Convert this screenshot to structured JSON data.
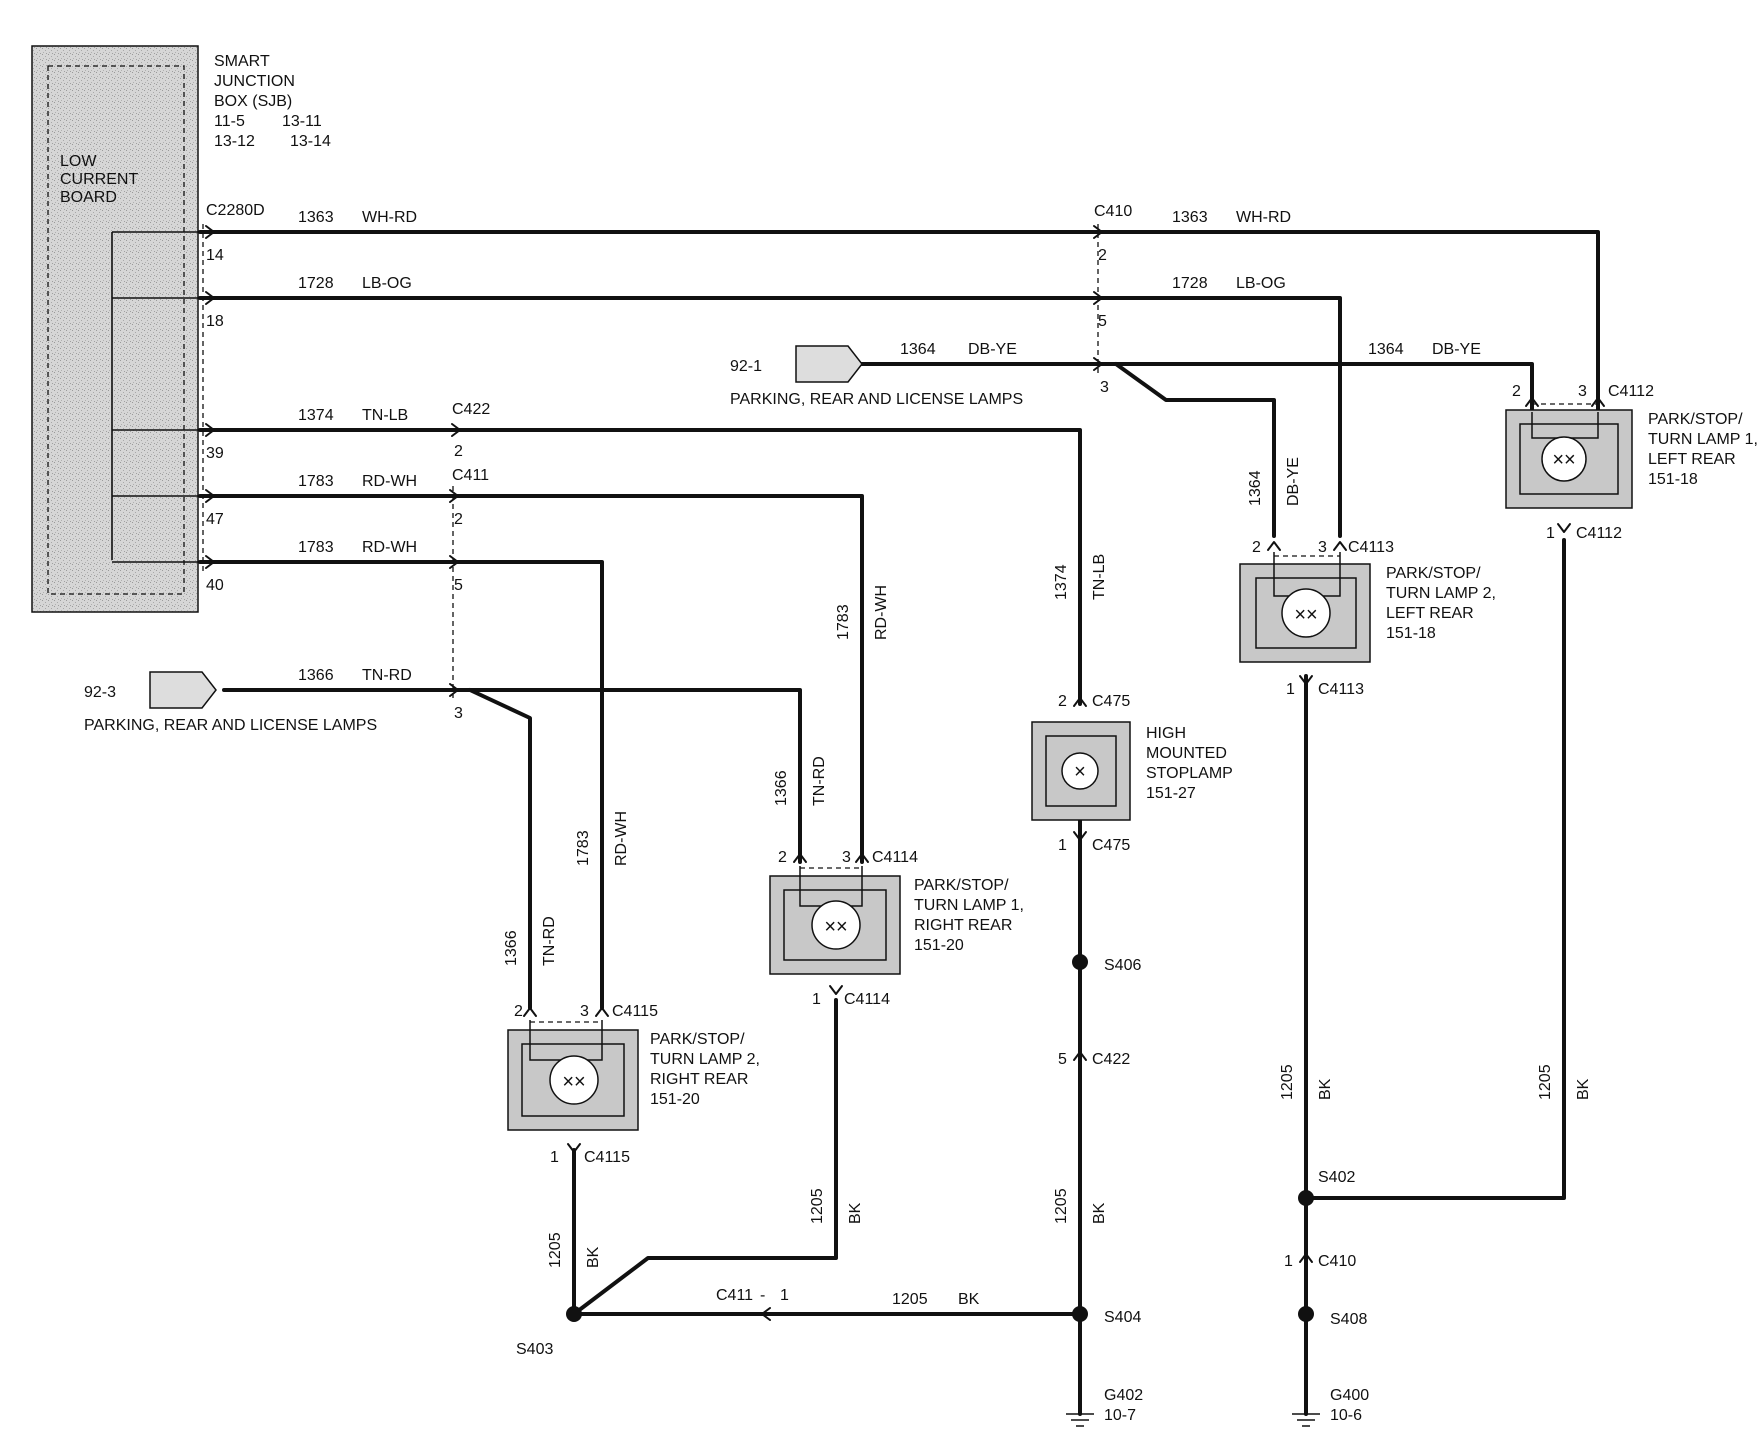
{
  "colors": {
    "wire": "#111111",
    "module_fill": "#d4d4d4",
    "component_fill": "#c8c8c8",
    "source_fill": "#dddddd"
  },
  "sjb": {
    "title": [
      "SMART",
      "JUNCTION",
      "BOX (SJB)"
    ],
    "refs": [
      "11-5",
      "13-11",
      "13-12",
      "13-14"
    ],
    "board": [
      "LOW",
      "CURRENT",
      "BOARD"
    ],
    "connector": "C2280D",
    "pins": [
      "14",
      "18",
      "39",
      "47",
      "40"
    ]
  },
  "sources": [
    {
      "ref": "92-1",
      "label": "PARKING, REAR AND LICENSE LAMPS"
    },
    {
      "ref": "92-3",
      "label": "PARKING, REAR AND LICENSE LAMPS"
    }
  ],
  "wire_labels": [
    {
      "circuit": "1363",
      "color": "WH-RD"
    },
    {
      "circuit": "1728",
      "color": "LB-OG"
    },
    {
      "circuit": "1374",
      "color": "TN-LB"
    },
    {
      "circuit": "1783",
      "color": "RD-WH"
    },
    {
      "circuit": "1783",
      "color": "RD-WH"
    },
    {
      "circuit": "1366",
      "color": "TN-RD"
    },
    {
      "circuit": "1363",
      "color": "WH-RD"
    },
    {
      "circuit": "1728",
      "color": "LB-OG"
    },
    {
      "circuit": "1364",
      "color": "DB-YE"
    },
    {
      "circuit": "1364",
      "color": "DB-YE"
    },
    {
      "circuit": "1205",
      "color": "BK"
    }
  ],
  "vertical_wire_labels": [
    {
      "circuit": "1364",
      "color": "DB-YE"
    },
    {
      "circuit": "1374",
      "color": "TN-LB"
    },
    {
      "circuit": "1783",
      "color": "RD-WH"
    },
    {
      "circuit": "1366",
      "color": "TN-RD"
    },
    {
      "circuit": "1783",
      "color": "RD-WH"
    },
    {
      "circuit": "1366",
      "color": "TN-RD"
    },
    {
      "circuit": "1205",
      "color": "BK"
    },
    {
      "circuit": "1205",
      "color": "BK"
    },
    {
      "circuit": "1205",
      "color": "BK"
    },
    {
      "circuit": "1205",
      "color": "BK"
    },
    {
      "circuit": "1205",
      "color": "BK"
    }
  ],
  "inline_connectors": {
    "c410": {
      "name": "C410",
      "pins": [
        "2",
        "5",
        "3"
      ]
    },
    "c422": {
      "name": "C422",
      "pin": "2"
    },
    "c411": {
      "name": "C411",
      "pins": [
        "2",
        "5",
        "3"
      ]
    },
    "c411_ground": {
      "name": "C411",
      "pin": "1"
    },
    "c422_ground": {
      "name": "C422",
      "pin": "5"
    },
    "c410_ground": {
      "name": "C410",
      "pin": "1"
    }
  },
  "lamps": [
    {
      "name": [
        "PARK/STOP/",
        "TURN LAMP 1,",
        "LEFT REAR",
        "151-18"
      ],
      "connector": "C4112",
      "pins": [
        "2",
        "3",
        "1"
      ]
    },
    {
      "name": [
        "PARK/STOP/",
        "TURN LAMP 2,",
        "LEFT REAR",
        "151-18"
      ],
      "connector": "C4113",
      "pins": [
        "2",
        "3",
        "1"
      ]
    },
    {
      "name": [
        "HIGH",
        "MOUNTED",
        "STOPLAMP",
        "151-27"
      ],
      "connector": "C475",
      "pins": [
        "2",
        "1"
      ]
    },
    {
      "name": [
        "PARK/STOP/",
        "TURN LAMP 1,",
        "RIGHT REAR",
        "151-20"
      ],
      "connector": "C4114",
      "pins": [
        "2",
        "3",
        "1"
      ]
    },
    {
      "name": [
        "PARK/STOP/",
        "TURN LAMP 2,",
        "RIGHT REAR",
        "151-20"
      ],
      "connector": "C4115",
      "pins": [
        "2",
        "3",
        "1"
      ]
    }
  ],
  "splices": [
    "S406",
    "S404",
    "S403",
    "S402",
    "S408"
  ],
  "grounds": [
    {
      "name": "G402",
      "ref": "10-7"
    },
    {
      "name": "G400",
      "ref": "10-6"
    }
  ]
}
